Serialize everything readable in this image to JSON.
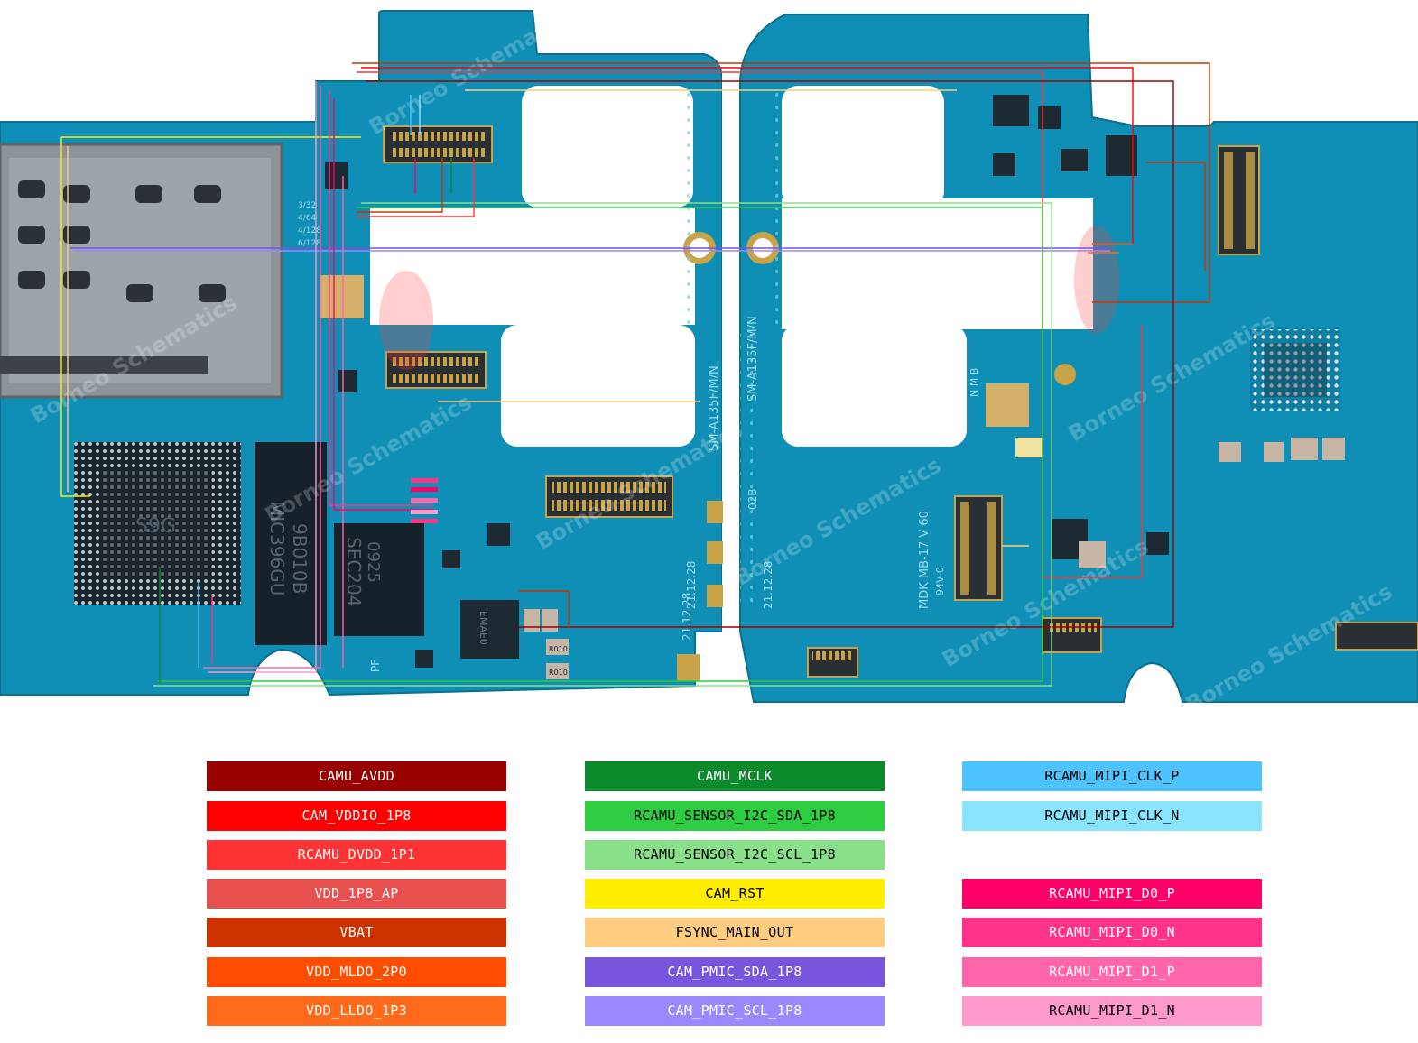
{
  "board": {
    "model_left": "SM-A135F/M/N",
    "model_right": "SM-A135F/M/N",
    "date_left": "21.12.28",
    "date_left_2": "21.12.28",
    "date_right": "21.12.28",
    "rev_right": "02B",
    "mb_mark": "MDK MB-17 V   60",
    "mb_mark_2": "94V-0",
    "chip_left_1": "S9G",
    "chip_mid": "MIC396GU",
    "chip_mid_2": "9B010B",
    "chip_sec": "SEC204",
    "chip_sec_2": "0925",
    "chip_pmic": "EMAE0",
    "pads_small": "R010",
    "pads_small_2": "R010",
    "storage_note": "3/32\n4/64\n4/128\n6/128",
    "pads_nmb": "N M B",
    "pf_label": "PF",
    "watermark": "Borneo Schematics"
  },
  "legend": {
    "items": [
      {
        "label": "CAMU_AVDD",
        "color": "#990000",
        "text_color": "#ffffff"
      },
      {
        "label": "CAM_VDDIO_1P8",
        "color": "#ff0000",
        "text_color": "#ffffff"
      },
      {
        "label": "RCAMU_DVDD_1P1",
        "color": "#ff3333",
        "text_color": "#ffffff"
      },
      {
        "label": "VDD_1P8_AP",
        "color": "#e85050",
        "text_color": "#ffffff"
      },
      {
        "label": "VBAT",
        "color": "#cc3300",
        "text_color": "#ffffff"
      },
      {
        "label": "VDD_MLDO_2P0",
        "color": "#ff4d00",
        "text_color": "#ffffff"
      },
      {
        "label": "VDD_LLDO_1P3",
        "color": "#ff6a1a",
        "text_color": "#ffffff"
      },
      {
        "label": "CAMU_MCLK",
        "color": "#0a8a2a",
        "text_color": "#ffffff"
      },
      {
        "label": "RCAMU_SENSOR_I2C_SDA_1P8",
        "color": "#2ecc40",
        "text_color": "#000000"
      },
      {
        "label": "RCAMU_SENSOR_I2C_SCL_1P8",
        "color": "#88e088",
        "text_color": "#000000"
      },
      {
        "label": "CAM_RST",
        "color": "#ffee00",
        "text_color": "#000000"
      },
      {
        "label": "FSYNC_MAIN_OUT",
        "color": "#ffcc80",
        "text_color": "#000000"
      },
      {
        "label": "CAM_PMIC_SDA_1P8",
        "color": "#7755dd",
        "text_color": "#ffffff"
      },
      {
        "label": "CAM_PMIC_SCL_1P8",
        "color": "#9988ff",
        "text_color": "#ffffff"
      },
      {
        "label": "RCAMU_MIPI_CLK_P",
        "color": "#4dc3ff",
        "text_color": "#000000"
      },
      {
        "label": "RCAMU_MIPI_CLK_N",
        "color": "#88e4ff",
        "text_color": "#000000"
      },
      {
        "label": "RCAMU_MIPI_D0_P",
        "color": "#ff0066",
        "text_color": "#ffffff"
      },
      {
        "label": "RCAMU_MIPI_D0_N",
        "color": "#ff3388",
        "text_color": "#ffffff"
      },
      {
        "label": "RCAMU_MIPI_D1_P",
        "color": "#ff66aa",
        "text_color": "#ffffff"
      },
      {
        "label": "RCAMU_MIPI_D1_N",
        "color": "#ff99cc",
        "text_color": "#000000"
      }
    ]
  },
  "colors": {
    "pcb": "#0f8fb5",
    "pcb_dark": "#0a6f8f",
    "solder_mask_edge": "#0b7ea0",
    "gold": "#c9a347",
    "chip": "#1d2a33"
  }
}
